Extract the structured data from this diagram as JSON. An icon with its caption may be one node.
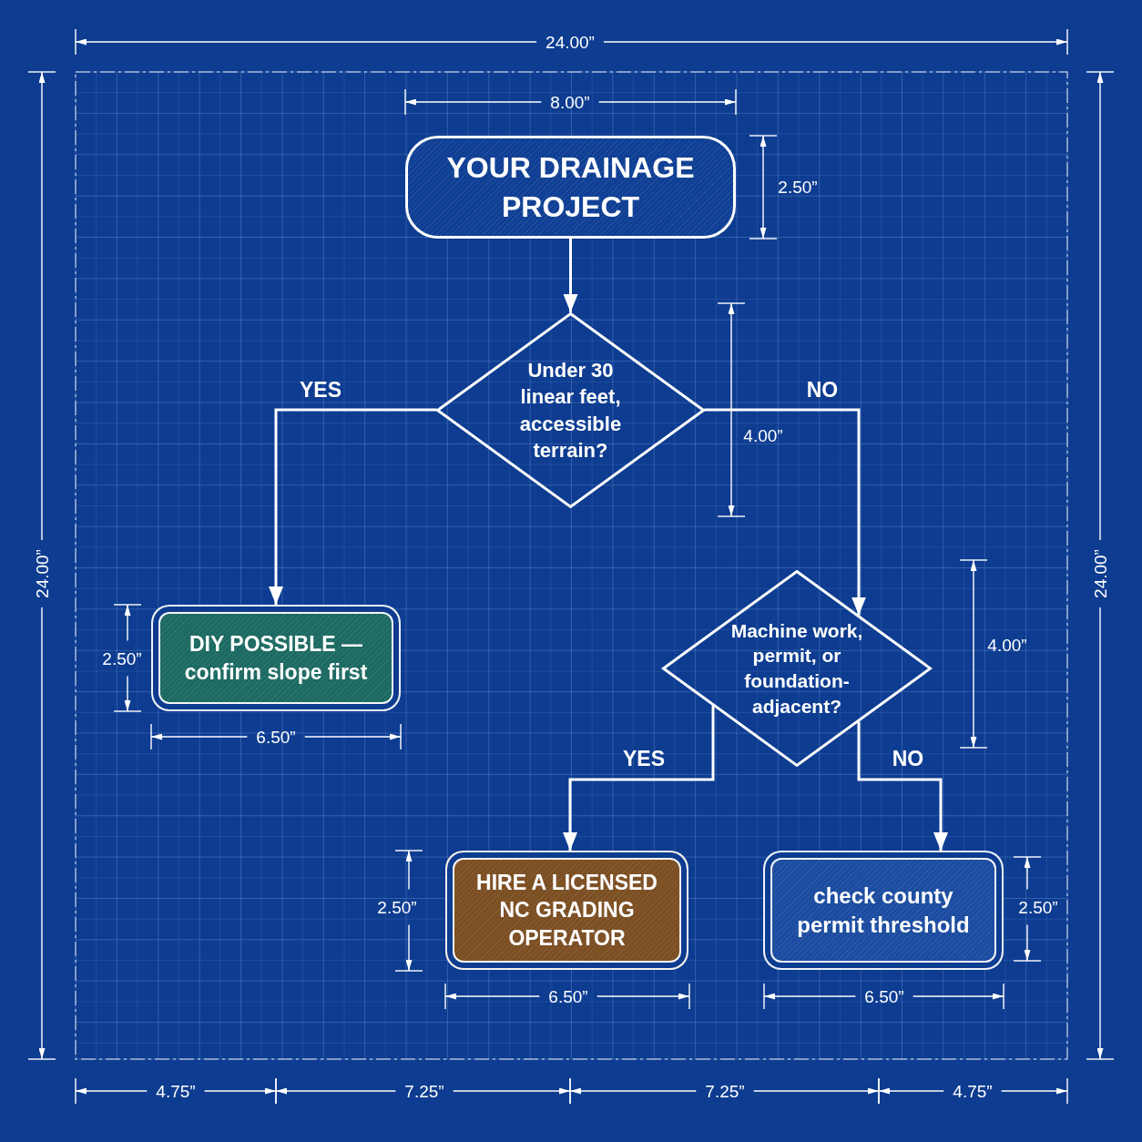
{
  "diagram": {
    "nodes": [
      {
        "text": [
          "YOUR DRAINAGE PROJECT"
        ]
      },
      {
        "text": [
          "Under 30 linear feet, accessible terrain?"
        ]
      },
      {
        "text": [
          "DIY POSSIBLE — confirm slope first"
        ]
      },
      {
        "text": [
          "Machine work, permit, or foundation-adjacent?"
        ]
      },
      {
        "text": [
          "HIRE A LICENSED NC GRADING OPERATOR"
        ]
      },
      {
        "text": [
          "check county permit threshold"
        ]
      }
    ],
    "edges": [
      {
        "from": 0,
        "to": 1,
        "arrow": "to"
      },
      {
        "from": 1,
        "to": 2,
        "arrow": "to",
        "label": "YES"
      },
      {
        "from": 1,
        "to": 3,
        "arrow": "to",
        "label": "NO"
      },
      {
        "from": 3,
        "to": 4,
        "arrow": "to",
        "label": "YES"
      },
      {
        "from": 3,
        "to": 5,
        "arrow": "to",
        "label": "NO"
      }
    ],
    "labels": [
      "24.00”",
      "8.00”",
      "2.50”",
      "4.00”",
      "24.00”",
      "24.00”",
      "4.00”",
      "2.50”",
      "6.50”",
      "2.50”",
      "2.50”",
      "6.50”",
      "6.50”",
      "4.75”",
      "7.25”",
      "7.25”",
      "4.75”"
    ]
  }
}
